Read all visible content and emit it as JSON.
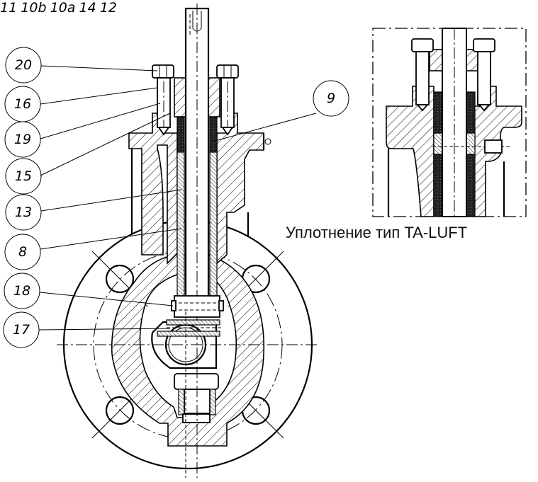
{
  "drawing": {
    "title": "Valve stem seal assembly section drawing",
    "caption": "Уплотнение тип TA-LUFT",
    "main_view_callouts": [
      {
        "id": "20",
        "label": "20"
      },
      {
        "id": "16",
        "label": "16"
      },
      {
        "id": "19",
        "label": "19"
      },
      {
        "id": "15",
        "label": "15"
      },
      {
        "id": "13",
        "label": "13"
      },
      {
        "id": "8",
        "label": "8"
      },
      {
        "id": "18",
        "label": "18"
      },
      {
        "id": "17",
        "label": "17"
      },
      {
        "id": "9",
        "label": "9"
      }
    ],
    "ta_luft_view_callouts": [
      {
        "id": "11",
        "label": "11"
      },
      {
        "id": "10b",
        "label": "10b"
      },
      {
        "id": "10a",
        "label": "10a"
      },
      {
        "id": "14",
        "label": "14"
      },
      {
        "id": "12",
        "label": "12"
      }
    ],
    "colors": {
      "line": "#000000",
      "background": "#ffffff"
    }
  }
}
